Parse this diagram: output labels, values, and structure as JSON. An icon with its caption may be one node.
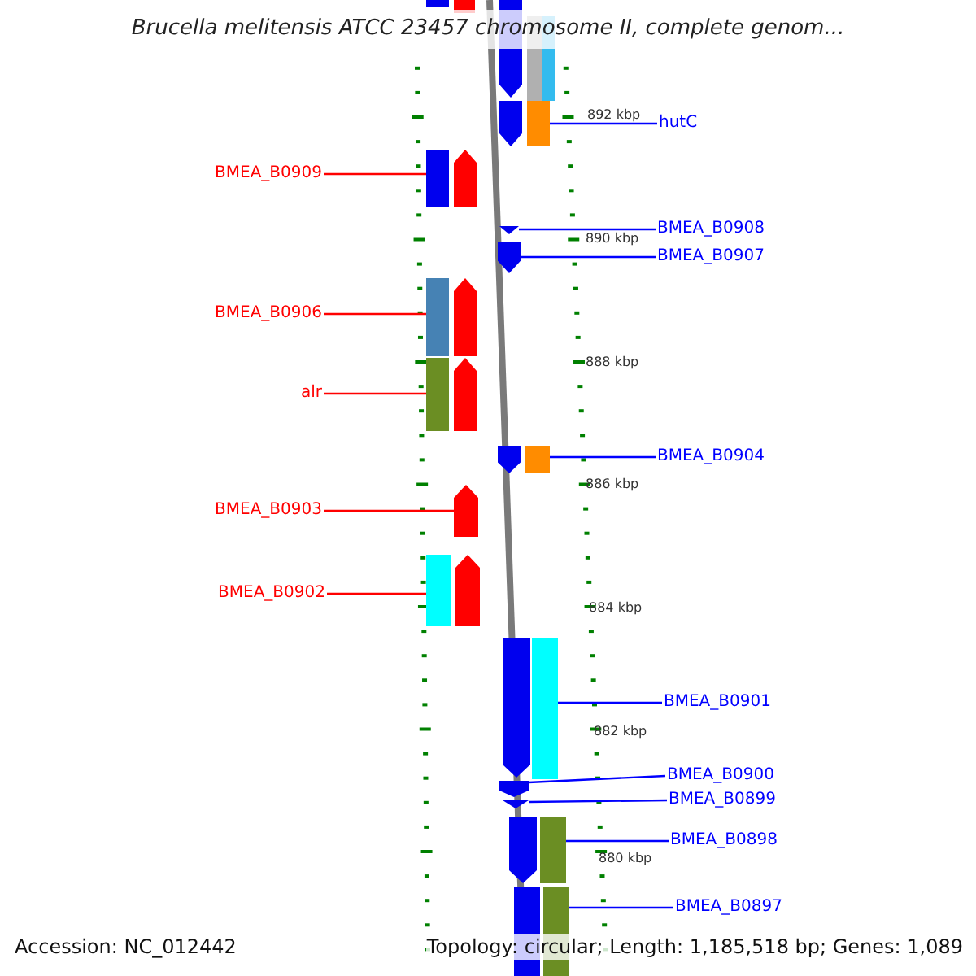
{
  "diagram": {
    "title": "Brucella melitensis ATCC 23457 chromosome II, complete genom...",
    "nodes": [
      {
        "text": [
          "hutC"
        ]
      },
      {
        "text": [
          "BMEA_B0909"
        ]
      },
      {
        "text": [
          "BMEA_B0908"
        ]
      },
      {
        "text": [
          "BMEA_B0907"
        ]
      },
      {
        "text": [
          "BMEA_B0906"
        ]
      },
      {
        "text": [
          "alr"
        ]
      },
      {
        "text": [
          "BMEA_B0904"
        ]
      },
      {
        "text": [
          "BMEA_B0903"
        ]
      },
      {
        "text": [
          "BMEA_B0902"
        ]
      },
      {
        "text": [
          "BMEA_B0901"
        ]
      },
      {
        "text": [
          "BMEA_B0900"
        ]
      },
      {
        "text": [
          "BMEA_B0899"
        ]
      },
      {
        "text": [
          "BMEA_B0898"
        ]
      },
      {
        "text": [
          "BMEA_B0897"
        ]
      },
      {
        "text": [],
        "shape": "bar"
      },
      {
        "text": [],
        "shape": "bar"
      },
      {
        "text": [],
        "shape": "triangle"
      },
      {
        "text": [],
        "shape": "pentagon"
      },
      {
        "text": [],
        "shape": "bar"
      },
      {
        "text": [],
        "shape": "bar"
      },
      {
        "text": [],
        "shape": "bar"
      },
      {
        "text": [],
        "shape": "pentagon"
      },
      {
        "text": [],
        "shape": "bar"
      },
      {
        "text": [],
        "shape": "bar"
      },
      {
        "text": [],
        "shape": "pentagon"
      },
      {
        "text": [],
        "shape": "triangle"
      },
      {
        "text": [],
        "shape": "bar"
      },
      {
        "text": [],
        "shape": "bar"
      }
    ],
    "edges": [
      {
        "from": 0,
        "to": 14,
        "arrow": "none"
      },
      {
        "from": 1,
        "to": 15,
        "arrow": "none",
        "color": "#ff0000"
      },
      {
        "from": 2,
        "to": 16,
        "arrow": "none"
      },
      {
        "from": 3,
        "to": 17,
        "arrow": "none"
      },
      {
        "from": 4,
        "to": 18,
        "arrow": "none",
        "color": "#ff0000"
      },
      {
        "from": 5,
        "to": 19,
        "arrow": "none",
        "color": "#ff0000"
      },
      {
        "from": 6,
        "to": 20,
        "arrow": "none"
      },
      {
        "from": 7,
        "to": 21,
        "arrow": "none",
        "color": "#ff0000"
      },
      {
        "from": 8,
        "to": 22,
        "arrow": "none",
        "color": "#ff0000"
      },
      {
        "from": 9,
        "to": 23,
        "arrow": "none"
      },
      {
        "from": 10,
        "to": 24,
        "arrow": "none"
      },
      {
        "from": 11,
        "to": 25,
        "arrow": "none"
      },
      {
        "from": 12,
        "to": 26,
        "arrow": "none"
      },
      {
        "from": 13,
        "to": 27,
        "arrow": "none"
      }
    ],
    "labels": [
      "892 kbp",
      "890 kbp",
      "888 kbp",
      "886 kbp",
      "884 kbp",
      "882 kbp",
      "880 kbp",
      "Accession: NC_012442",
      "Topology: circular; Length: 1,185,518 bp; Genes: 1,089"
    ]
  }
}
